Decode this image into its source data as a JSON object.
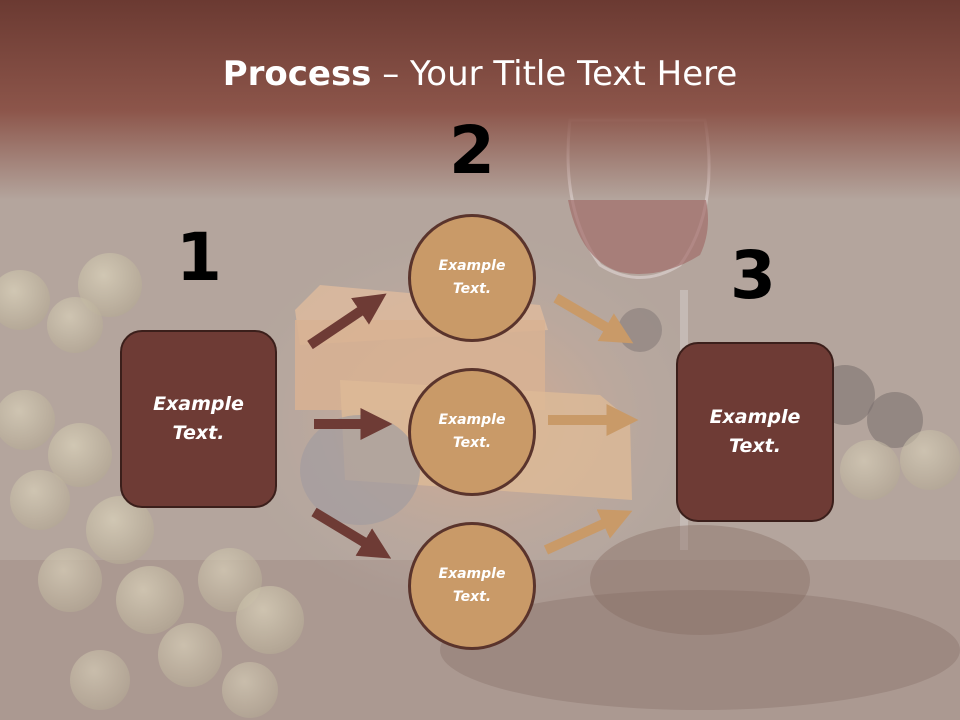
{
  "title": {
    "bold": "Process",
    "rest": " – Your Title Text Here"
  },
  "steps": [
    {
      "number": "1",
      "text_line1": "Example",
      "text_line2": "Text."
    },
    {
      "number": "2"
    },
    {
      "number": "3",
      "text_line1": "Example",
      "text_line2": "Text."
    }
  ],
  "circles": [
    {
      "line1": "Example",
      "line2": "Text."
    },
    {
      "line1": "Example",
      "line2": "Text."
    },
    {
      "line1": "Example",
      "line2": "Text."
    }
  ],
  "colors": {
    "box": "#6e3b35",
    "circle": "#c99a68",
    "arrow_dark": "#6e3b35",
    "arrow_light": "#c99a68"
  }
}
